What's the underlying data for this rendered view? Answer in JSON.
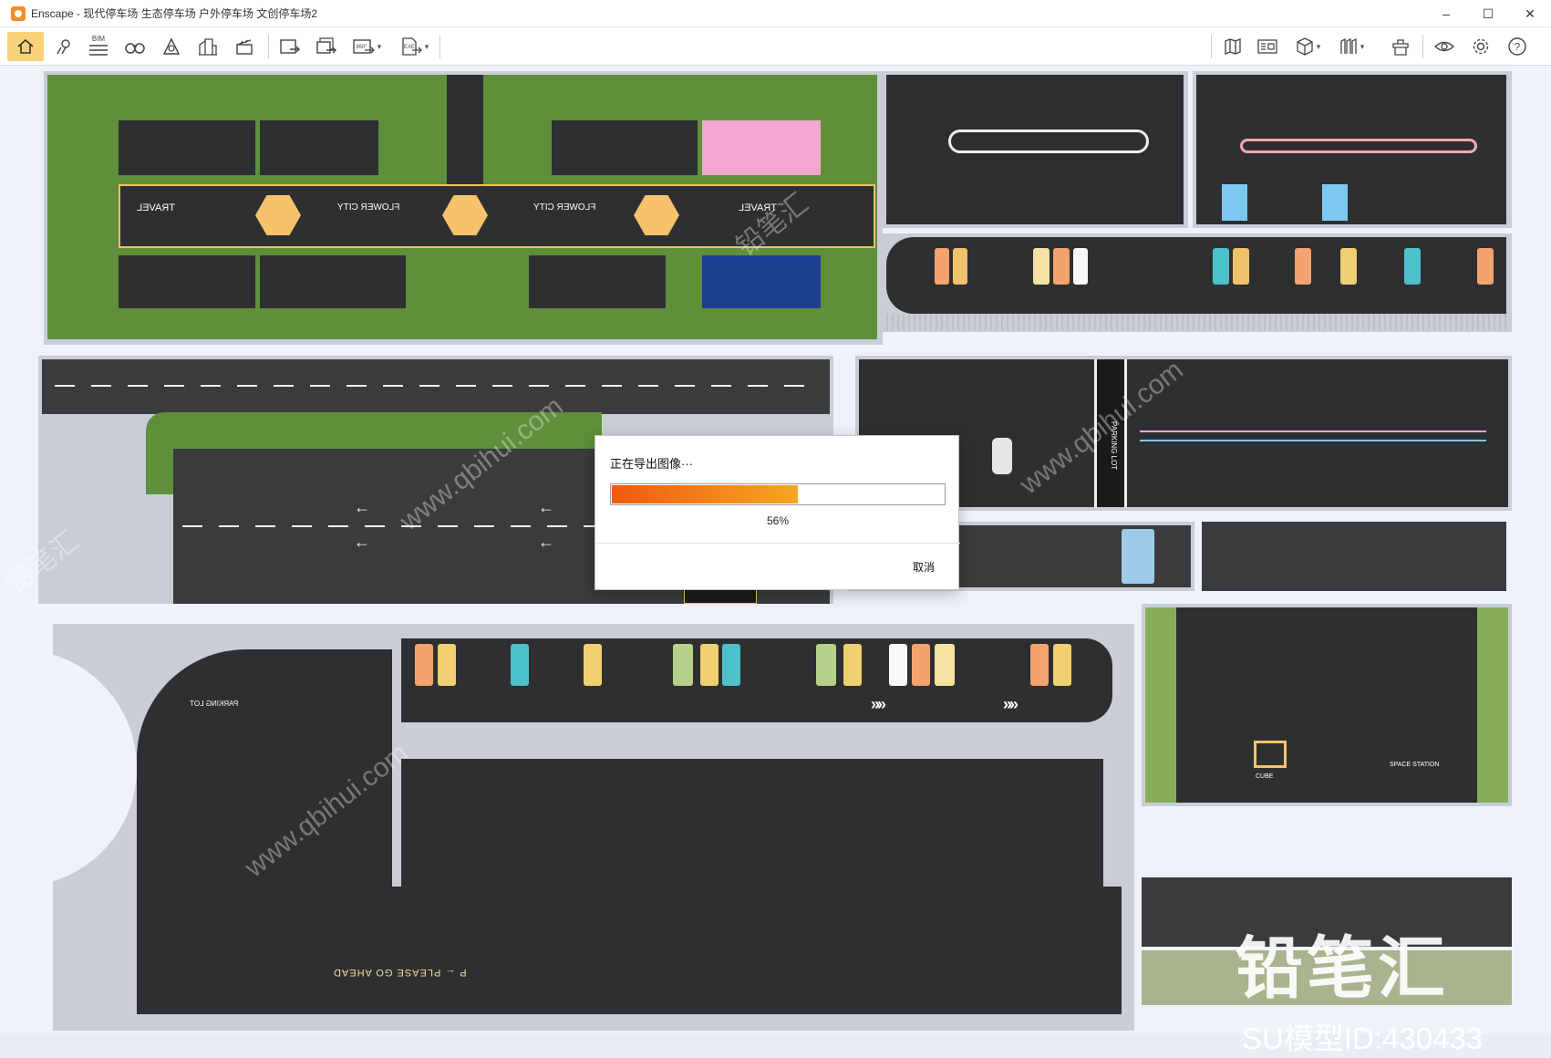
{
  "window": {
    "app_name": "Enscape",
    "title": "Enscape - 现代停车场 生态停车场 户外停车场 文创停车场2",
    "minimize_glyph": "–",
    "maximize_glyph": "☐",
    "close_glyph": "✕"
  },
  "toolbar": {
    "bim_label": "BIM",
    "icons": [
      "home-icon",
      "location-pin-icon",
      "bim-list-icon",
      "binoculars-icon",
      "atmosphere-icon",
      "buildings-icon",
      "clapper-icon",
      "screenshot-icon",
      "batch-render-icon",
      "panorama-360-icon",
      "export-exe-icon",
      "map-icon",
      "book-icon",
      "cube-view-icon",
      "materials-icon",
      "asset-library-icon",
      "vr-eye-icon",
      "settings-gear-icon",
      "help-icon"
    ],
    "pano_label": "360°",
    "exe_label": "EXE"
  },
  "scene": {
    "labels": {
      "travel": "TRAVEL",
      "flower_city": "FLOWER CITY",
      "parking_lot": "PARKING LOT",
      "please_go_ahead": "P ← PLEASE GO AHEAD",
      "space_station": "SPACE STATION",
      "cube": "CUBE"
    }
  },
  "dialog": {
    "title": "正在导出图像···",
    "progress": 56,
    "progress_text": "56%",
    "cancel_label": "取消"
  },
  "watermark": {
    "brand": "铅笔汇",
    "model_id": "SU模型ID:430433",
    "url": "www.qbihui.com"
  },
  "colors": {
    "accent": "#f28c28",
    "progress_start": "#f15a0f",
    "progress_end": "#f5a623"
  }
}
